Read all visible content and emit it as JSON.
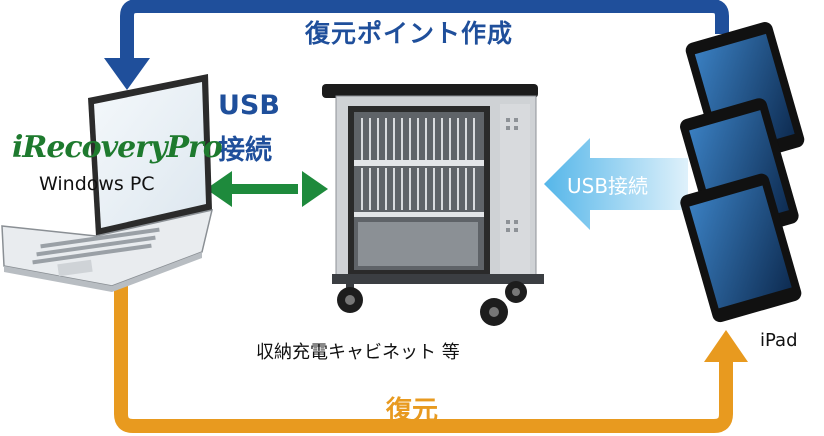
{
  "flow_top": {
    "label": "復元ポイント作成"
  },
  "flow_bottom": {
    "label": "復元"
  },
  "link_pc_cart": {
    "label_line1": "USB",
    "label_line2": "接続"
  },
  "link_ipad_cart": {
    "label": "USB接続"
  },
  "pc": {
    "logo_text": "iRecoveryPro",
    "label": "Windows PC"
  },
  "cart": {
    "label": "収納充電キャビネット 等"
  },
  "ipad": {
    "label": "iPad"
  },
  "colors": {
    "top_arrow": "#1f4f9b",
    "bottom_arrow": "#e89a1f",
    "double_arrow": "#1e8a3c",
    "usb_arrow": "#55b6e9",
    "logo_green": "#1e7a2e",
    "logo_red": "#d2232a"
  },
  "icons": [
    "laptop-icon",
    "charging-cart-icon",
    "ipad-icon",
    "double-arrow-icon",
    "usb-arrow-icon"
  ]
}
